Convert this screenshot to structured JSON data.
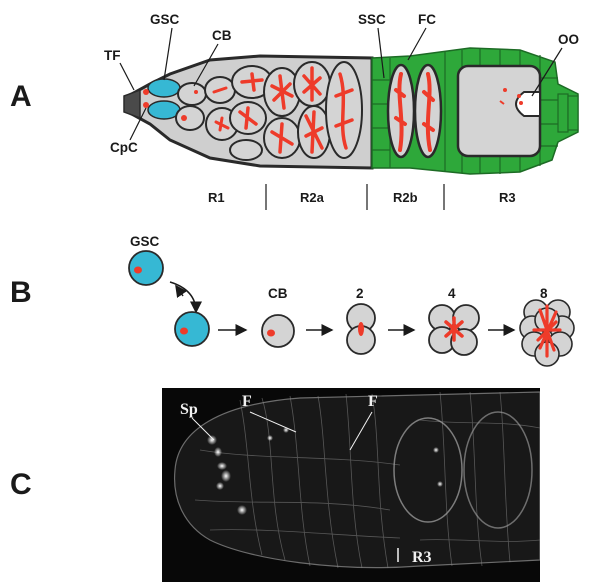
{
  "panels": {
    "a": "A",
    "b": "B",
    "c": "C"
  },
  "panel_a": {
    "labels": {
      "tf": "TF",
      "gsc": "GSC",
      "cb": "CB",
      "cpc": "CpC",
      "ssc": "SSC",
      "fc": "FC",
      "oo": "OO"
    },
    "regions": [
      "R1",
      "R2a",
      "R2b",
      "R3"
    ]
  },
  "panel_b": {
    "gsc": "GSC",
    "stages": [
      "CB",
      "2",
      "4",
      "8"
    ]
  },
  "panel_c": {
    "sp": "Sp",
    "f1": "F",
    "f2": "F",
    "r3": "R3"
  },
  "colors": {
    "germ_cell": "#d4d4d4",
    "stem_cell": "#36b8d4",
    "fusome": "#ee3b2a",
    "follicle": "#2ea83a",
    "outline": "#2a2a2a",
    "micrograph_bg": "#080808"
  }
}
